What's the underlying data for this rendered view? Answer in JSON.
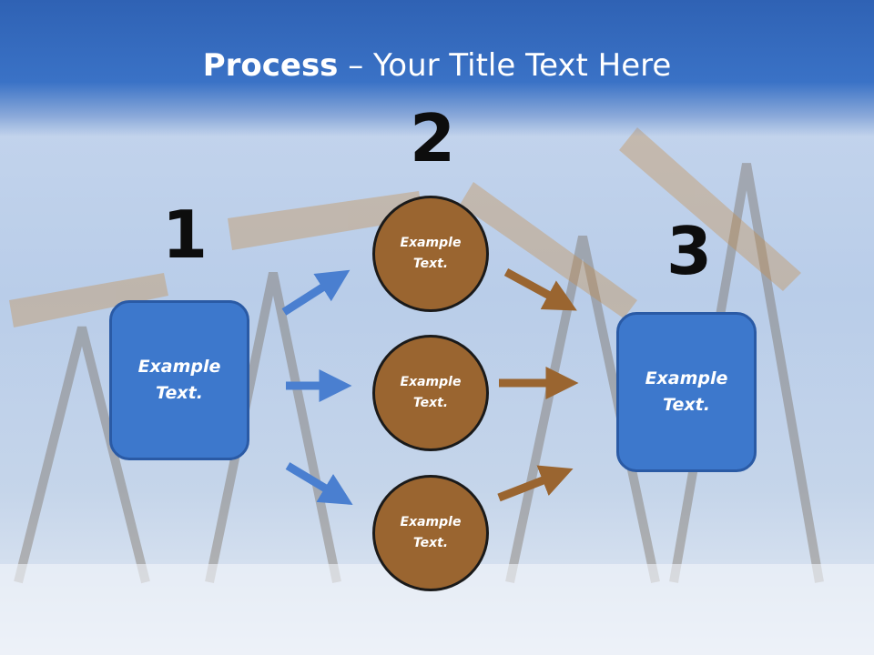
{
  "title": {
    "bold": "Process",
    "rest": " – Your Title Text Here"
  },
  "steps": {
    "n1": "1",
    "n2": "2",
    "n3": "3"
  },
  "left_box": {
    "line1": "Example",
    "line2": "Text."
  },
  "circles": [
    {
      "line1": "Example",
      "line2": "Text."
    },
    {
      "line1": "Example",
      "line2": "Text."
    },
    {
      "line1": "Example",
      "line2": "Text."
    }
  ],
  "right_box": {
    "line1": "Example",
    "line2": "Text."
  },
  "colors": {
    "blue_box": "#3d78cc",
    "brown_circle": "#9a6530",
    "blue_arrow": "#4a7fd0",
    "brown_arrow": "#9a6530"
  }
}
